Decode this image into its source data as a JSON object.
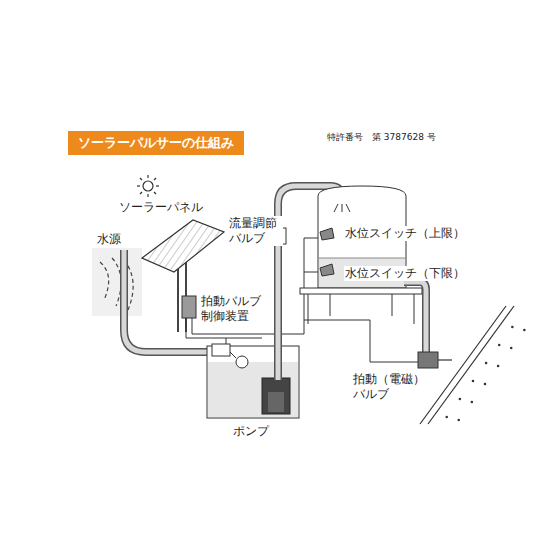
{
  "diagram": {
    "title": "ソーラーパルサーの仕組み",
    "labels": [
      "特許番号　第 3787628 号",
      "ソーラーパネル",
      "水源",
      "流量調節 バルブ",
      "水位スイッチ（上限）",
      "水位スイッチ（下限）",
      "拍動バルブ 制御装置",
      "拍動（電磁） バルブ",
      "ポンプ"
    ]
  }
}
